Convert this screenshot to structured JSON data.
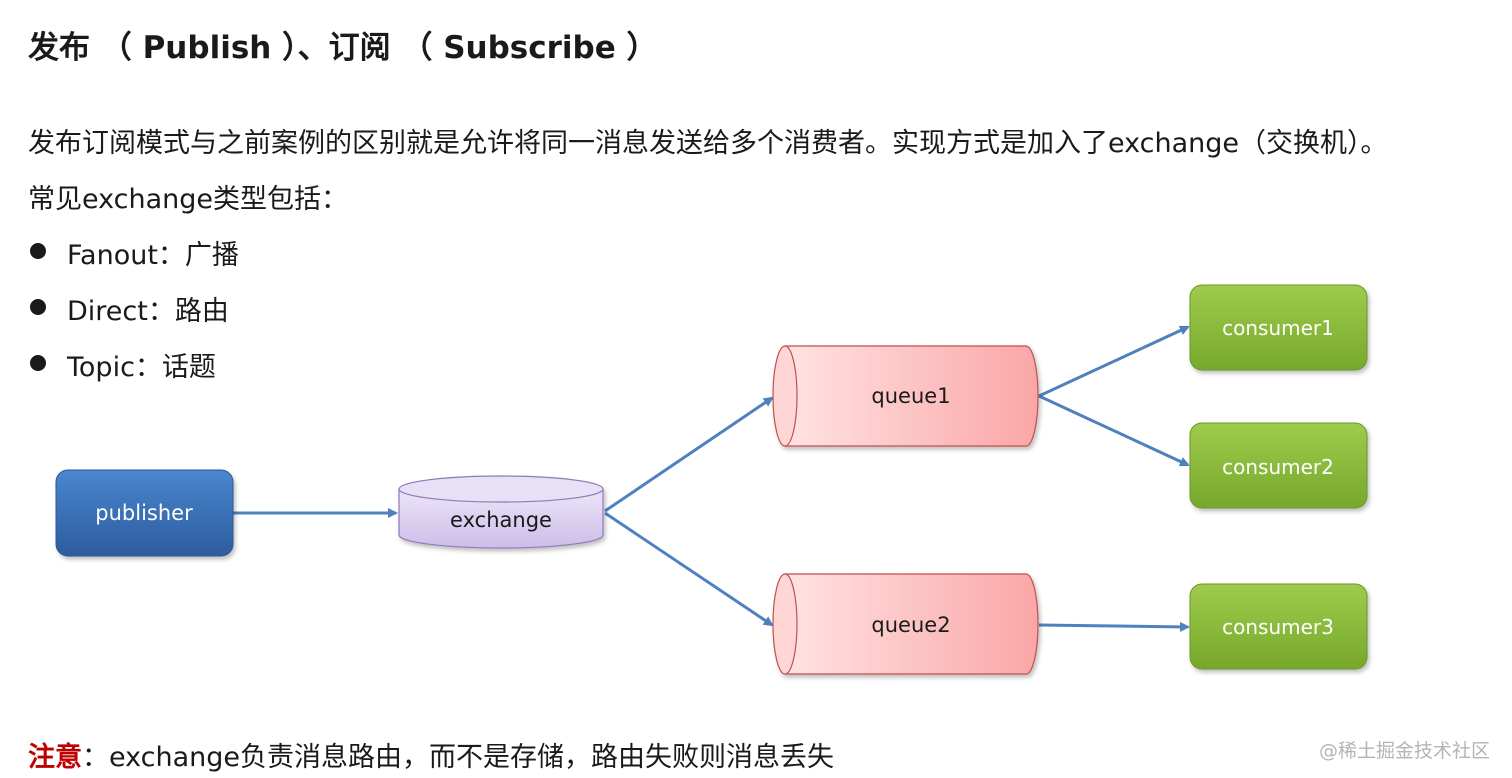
{
  "title": "发布 （ Publish ）、订阅 （ Subscribe ）",
  "paragraphs": [
    "发布订阅模式与之前案例的区别就是允许将同一消息发送给多个消费者。实现方式是加入了exchange（交换机）。",
    "常见exchange类型包括："
  ],
  "bullets": [
    "Fanout：广播",
    "Direct：路由",
    "Topic：话题"
  ],
  "note": {
    "label": "注意",
    "text": "：exchange负责消息路由，而不是存储，路由失败则消息丢失"
  },
  "watermark": "@稀土掘金技术社区",
  "diagram": {
    "nodes": {
      "publisher": "publisher",
      "exchange": "exchange",
      "queue1": "queue1",
      "queue2": "queue2",
      "consumer1": "consumer1",
      "consumer2": "consumer2",
      "consumer3": "consumer3"
    },
    "edges": [
      [
        "publisher",
        "exchange"
      ],
      [
        "exchange",
        "queue1"
      ],
      [
        "exchange",
        "queue2"
      ],
      [
        "queue1",
        "consumer1"
      ],
      [
        "queue1",
        "consumer2"
      ],
      [
        "queue2",
        "consumer3"
      ]
    ],
    "colors": {
      "publisher": "#3a6fb7",
      "exchange": "#d9ccf0",
      "queue": "#fbb8b8",
      "consumer": "#8ab83a",
      "arrow": "#4f81bd"
    }
  }
}
